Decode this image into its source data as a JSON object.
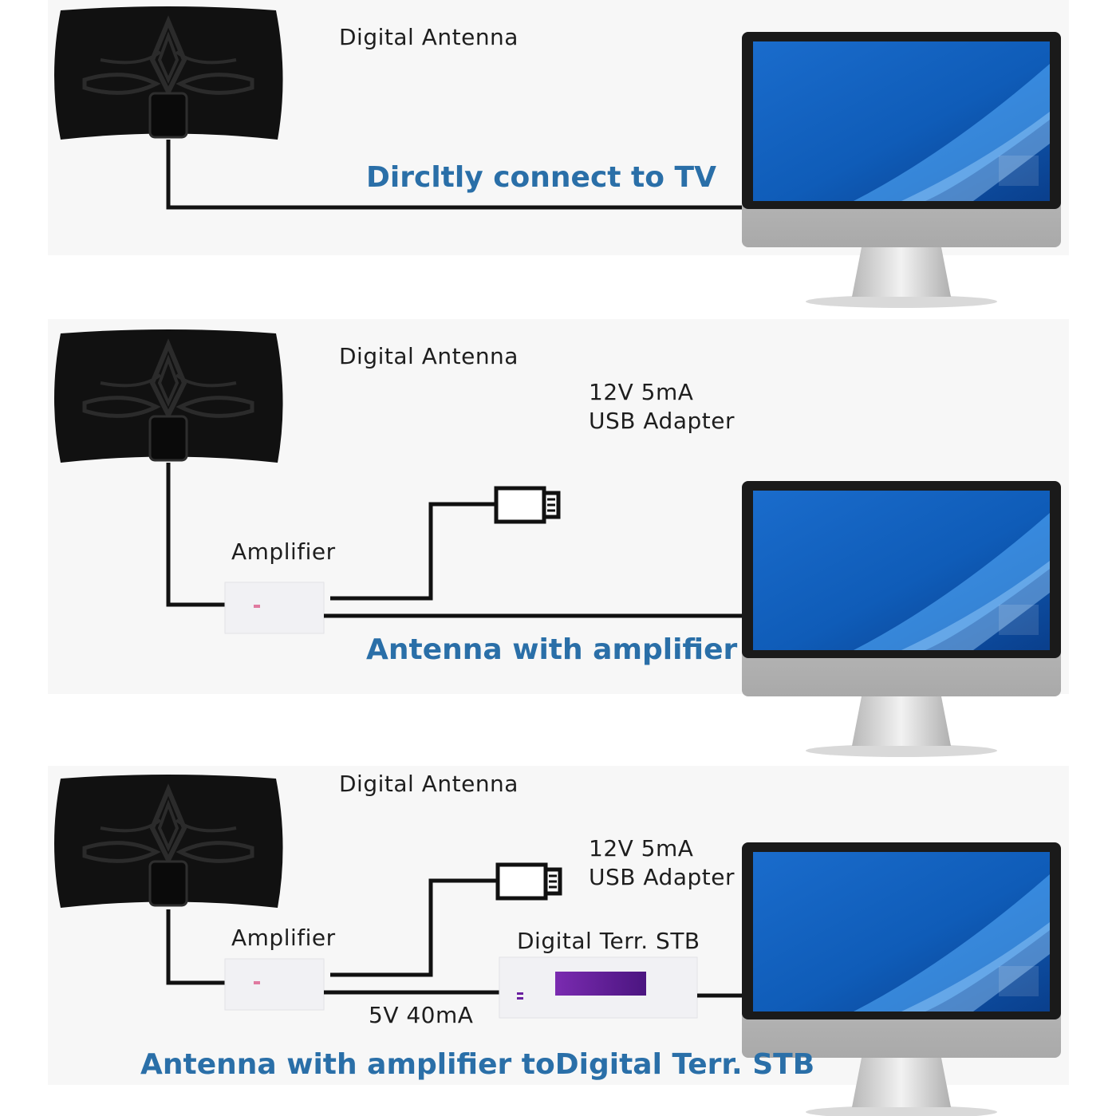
{
  "panels": [
    {
      "antenna_label": "Digital Antenna",
      "caption": "Dircltly connect to TV"
    },
    {
      "antenna_label": "Digital Antenna",
      "adapter_label_line1": "12V 5mA",
      "adapter_label_line2": "USB Adapter",
      "amplifier_label": "Amplifier",
      "caption": "Antenna with amplifier"
    },
    {
      "antenna_label": "Digital Antenna",
      "adapter_label_line1": "12V 5mA",
      "adapter_label_line2": "USB Adapter",
      "amplifier_label": "Amplifier",
      "stb_label": "Digital Terr. STB",
      "power_label": "5V 40mA",
      "caption": "Antenna with amplifier toDigital Terr. STB"
    }
  ],
  "colors": {
    "caption": "#2a6fa8",
    "cable": "#111111",
    "antenna": "#111111",
    "screen": "#1466c0",
    "stb_display": "#6a1fa0"
  }
}
